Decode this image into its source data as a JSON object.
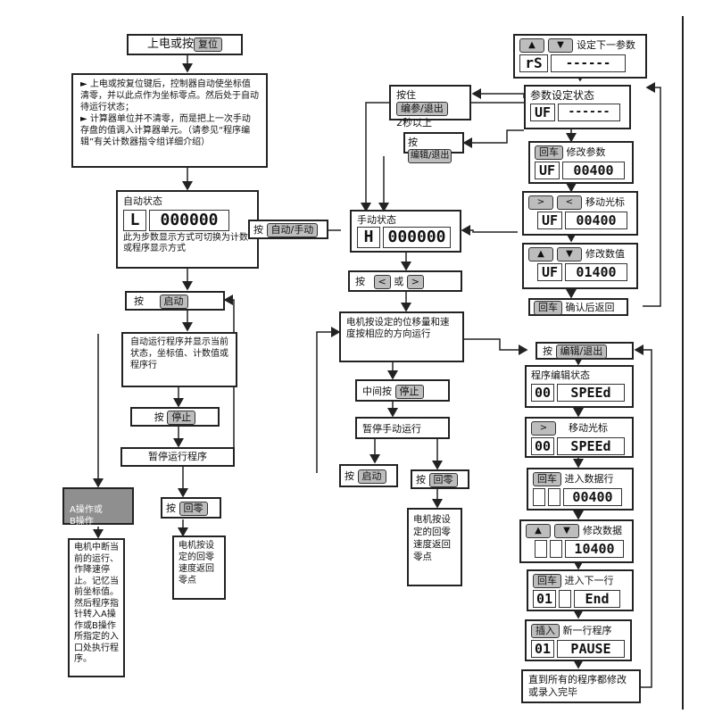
{
  "start": {
    "prefix": "上电或按",
    "key": "复位"
  },
  "desc1": {
    "p1": "► 上电或按复位键后，控制器自动使坐标值清零，并以此点作为坐标零点。然后处于自动待运行状态；",
    "p2": "► 计算器单位并不清零，而是把上一次手动存盘的值调入计算器单元。（请参见“程序编辑”有关计数器指令组详细介绍）"
  },
  "auto": {
    "title": "自动状态",
    "lcd_left": "L",
    "lcd_right": "000000",
    "note": "此为步数显示方式可切换为计数或程序显示方式"
  },
  "press_auto_manual": {
    "prefix": "按",
    "key": "自动/手动"
  },
  "manual": {
    "title": "手动状态",
    "lcd_left": "H",
    "lcd_right": "000000"
  },
  "press_start_left": {
    "prefix": "按",
    "key": "启动"
  },
  "run_auto": "自动运行程序并显示当前状态，坐标值、计数值或程序行",
  "press_stop_left": {
    "prefix": "按",
    "key": "停止"
  },
  "pause_run": "暂停运行程序",
  "ab_box": "A操作或\nB操作",
  "press_home_left": {
    "prefix": "按",
    "key": "回零"
  },
  "motor_stop_text": "电机中断当前的运行、作降速停止。记忆当前坐标值。然后程序指针转入A操作或B操作所指定的入口处执行程序。",
  "motor_home_text_left": "电机按设定的回零速度返回零点",
  "press_lr": {
    "prefix": "按",
    "mid": "或",
    "left_key": "<",
    "right_key": ">"
  },
  "motor_move_text": "电机按设定的位移量和速度按相应的方向运行",
  "press_stop_mid": {
    "prefix": "中间按",
    "key": "停止"
  },
  "pause_manual": "暂停手动运行",
  "press_start_mid": {
    "prefix": "按",
    "key": "启动"
  },
  "press_home_mid": {
    "prefix": "按",
    "key": "回零"
  },
  "motor_home_text_mid": "电机按设定的回零速度返回零点",
  "press_edit_2s": {
    "prefix": "按住",
    "key": "编参/退出",
    "suffix": "2秒以上"
  },
  "press_edit_exit": {
    "prefix": "按",
    "key": "编辑/退出"
  },
  "param_next": {
    "up": "▲",
    "down": "▼",
    "label": "设定下一参数",
    "lcd": "rS",
    "dashes": "------"
  },
  "param_state": {
    "title": "参数设定状态",
    "lcd": "UF",
    "dashes": "------"
  },
  "param_modify": {
    "key": "回车",
    "label": "修改参数",
    "lcd": "UF",
    "value": "00400"
  },
  "param_cursor": {
    "k1": ">",
    "k2": "<",
    "label": "移动光标",
    "lcd": "UF",
    "value": "00400"
  },
  "param_value": {
    "up": "▲",
    "down": "▼",
    "label": "修改数值",
    "lcd": "UF",
    "value": "01400"
  },
  "param_confirm": {
    "key": "回车",
    "label": "确认后返回"
  },
  "press_edit_right": {
    "prefix": "按",
    "key": "编辑/退出"
  },
  "prog_state": {
    "title": "程序编辑状态",
    "lcd_a": "00",
    "lcd_b": "SPEEd"
  },
  "prog_cursor": {
    "key": ">",
    "label": "移动光标",
    "lcd_a": "00",
    "lcd_b": "SPEEd"
  },
  "prog_enter": {
    "key": "回车",
    "label": "进入数据行",
    "value": "00400"
  },
  "prog_value": {
    "up": "▲",
    "down": "▼",
    "label": "修改数据",
    "value": "10400"
  },
  "prog_next": {
    "key": "回车",
    "label": "进入下一行",
    "lcd_a": "01",
    "lcd_b": "End"
  },
  "prog_insert": {
    "key": "插入",
    "label": "新一行程序",
    "lcd_a": "01",
    "lcd_b": "PAUSE"
  },
  "prog_done": "直到所有的程序都修改或录入完毕"
}
